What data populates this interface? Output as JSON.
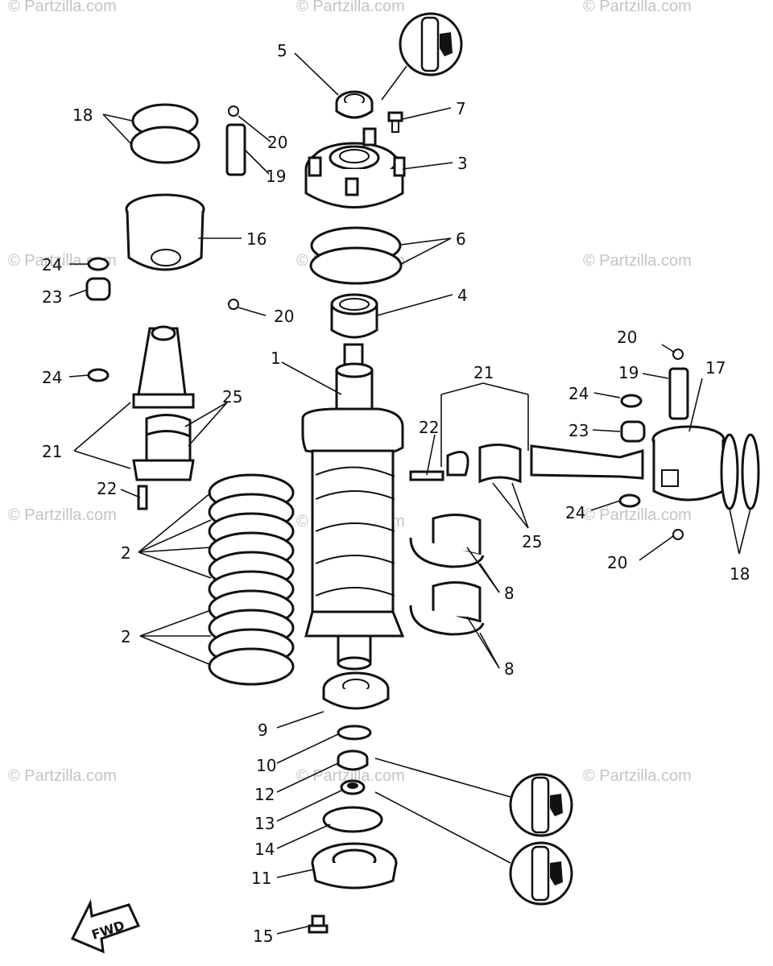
{
  "watermark": "© Partzilla.com",
  "fwd_label": "FWD",
  "callouts": {
    "c1": "1",
    "c2a": "2",
    "c2b": "2",
    "c3": "3",
    "c4": "4",
    "c5": "5",
    "c6": "6",
    "c7": "7",
    "c8a": "8",
    "c8b": "8",
    "c9": "9",
    "c10": "10",
    "c11": "11",
    "c12": "12",
    "c13": "13",
    "c14": "14",
    "c15": "15",
    "c16": "16",
    "c17": "17",
    "c18a": "18",
    "c18b": "18",
    "c19a": "19",
    "c19b": "19",
    "c20a": "20",
    "c20b": "20",
    "c20c": "20",
    "c20d": "20",
    "c21a": "21",
    "c21b": "21",
    "c22a": "22",
    "c22b": "22",
    "c23a": "23",
    "c23b": "23",
    "c24a": "24",
    "c24b": "24",
    "c24c": "24",
    "c24d": "24",
    "c25a": "25",
    "c25b": "25"
  },
  "colors": {
    "ink": "#111111",
    "watermark": "#c4c4c4",
    "paper": "#ffffff"
  },
  "icons": [
    "grease-tube-icon",
    "fwd-arrow-icon"
  ]
}
